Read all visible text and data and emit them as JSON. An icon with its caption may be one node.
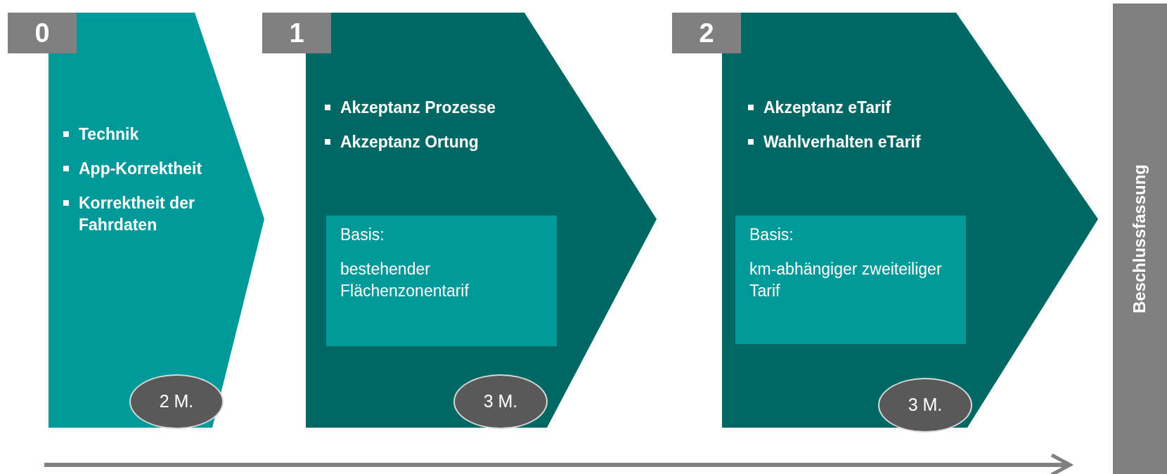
{
  "diagram": {
    "nodes": [
      {
        "text": [
          "0"
        ]
      },
      {
        "text": [
          "Technik",
          "App-Korrektheit",
          "Korrektheit der Fahrdaten"
        ]
      },
      {
        "text": [
          "2 M."
        ],
        "in": 1
      },
      {
        "text": [
          "1"
        ]
      },
      {
        "text": [
          "Akzeptanz Prozesse",
          "Akzeptanz Ortung"
        ]
      },
      {
        "text": [
          "Basis:",
          "bestehender Flächenzonentarif"
        ],
        "in": 4
      },
      {
        "text": [
          "3 M."
        ],
        "in": 4
      },
      {
        "text": [
          "2"
        ]
      },
      {
        "text": [
          "Akzeptanz eTarif",
          "Wahlverhalten eTarif"
        ]
      },
      {
        "text": [
          "Basis:",
          "km-abhängiger zweiteiliger Tarif"
        ],
        "in": 8
      },
      {
        "text": [
          "3 M."
        ]
      },
      {
        "text": [
          "Beschlussfassung"
        ]
      }
    ],
    "edges": []
  }
}
